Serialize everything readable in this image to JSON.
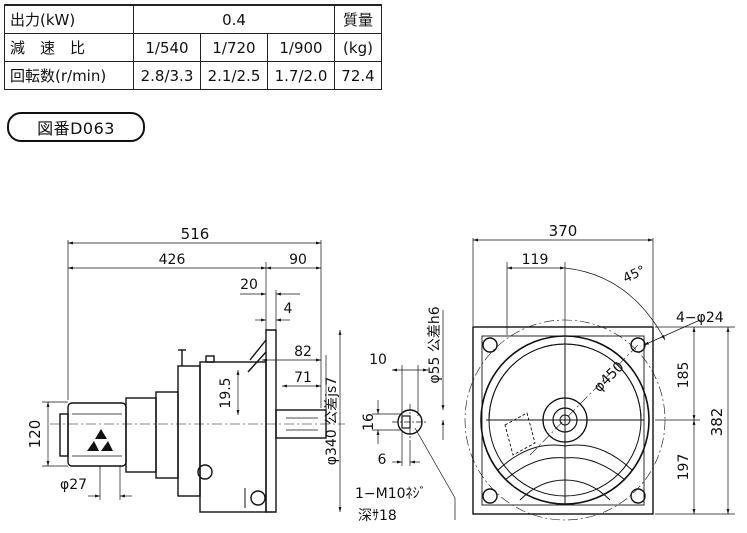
{
  "spec_table": {
    "output_label": "出力(kW)",
    "output_value": "0.4",
    "mass_label_1": "質量",
    "mass_label_2": "(kg)",
    "ratio_label": "減　速　比",
    "ratios": [
      "1/540",
      "1/720",
      "1/900"
    ],
    "speed_label": "回転数(r/min)",
    "speeds": [
      "2.8/3.3",
      "2.1/2.5",
      "1.7/2.0"
    ],
    "mass_value": "72.4"
  },
  "drawing_number": "図番D063",
  "dimensions": {
    "overall_length": "516",
    "body_length": "426",
    "output_length": "90",
    "dim_20": "20",
    "dim_4": "4",
    "dim_82": "82",
    "dim_71": "71",
    "dim_19_5": "19.5",
    "shaft_height": "120",
    "motor_dia": "φ27",
    "flange_dia": "φ340 公差js7",
    "shaft_dia": "φ55 公差h6",
    "key_width": "10",
    "key_height": "16",
    "key_depth": "6",
    "tap_hole_1": "1−M10ﾈｼﾞ",
    "tap_hole_2": "深ｻ18",
    "flange_width": "370",
    "bolt_offset": "119",
    "angle": "45°",
    "bolt_holes": "4−φ24",
    "pcd": "φ450",
    "upper_height": "185",
    "lower_height": "197",
    "flange_height": "382"
  }
}
